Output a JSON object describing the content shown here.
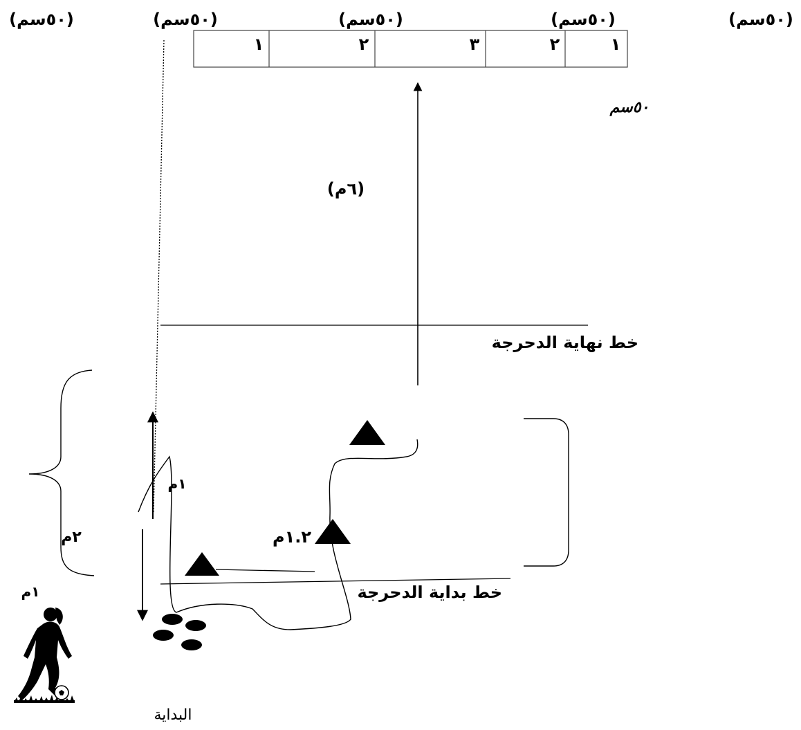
{
  "top_labels": [
    "(٥٠سم)",
    "(٥٠سم)",
    "(٥٠سم)",
    "(٥٠سم)",
    "(٥٠سم)"
  ],
  "target_zones": [
    "١",
    "٢",
    "٣",
    "٢",
    "١"
  ],
  "label_50cm": "٥٠سم",
  "label_6m": "(٦م)",
  "dribble_end_line": "خط نهاية الدحرجة",
  "dribble_start_line": "خط بداية الدحرجة",
  "label_1m_arrow": "١م",
  "label_2m_brace": "٢م",
  "label_1_2m": "١.٢م",
  "label_1m_player": "١م",
  "start_label": "البداية"
}
